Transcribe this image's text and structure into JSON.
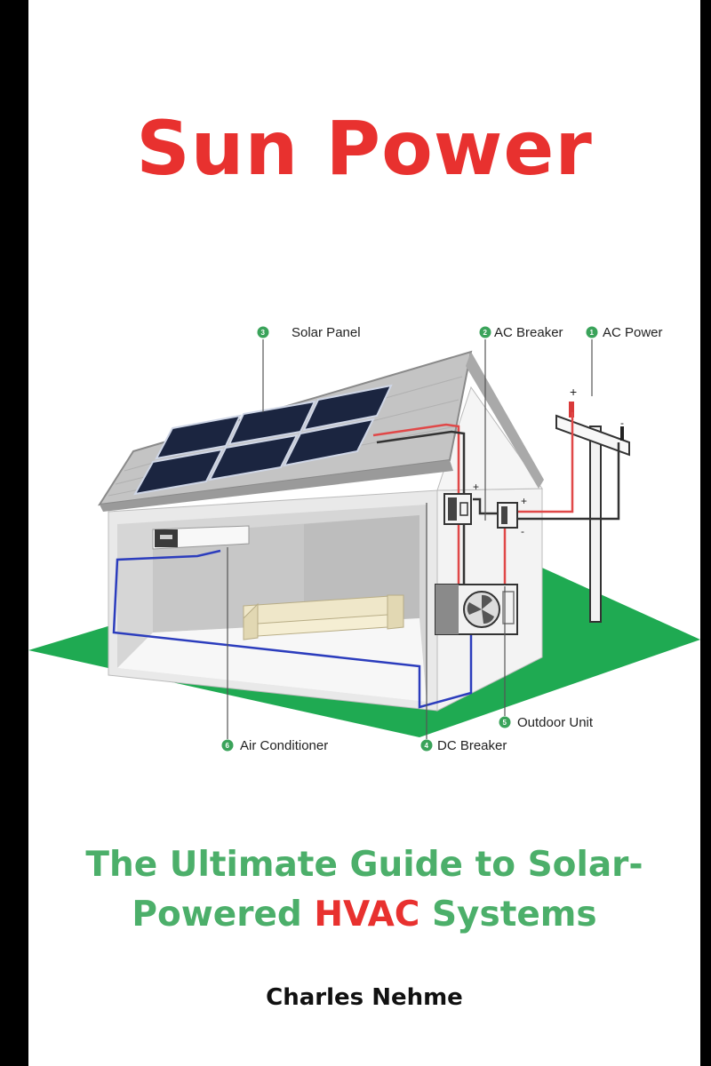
{
  "book": {
    "title": "Sun Power",
    "subtitle_line1": "The Ultimate Guide to Solar-",
    "subtitle_line2_pre": "Powered ",
    "subtitle_line2_highlight": "HVAC",
    "subtitle_line2_post": " Systems",
    "author": "Charles Nehme"
  },
  "diagram": {
    "labels": [
      {
        "number": "3",
        "text": "Solar Panel"
      },
      {
        "number": "2",
        "text": "AC Breaker"
      },
      {
        "number": "1",
        "text": "AC Power"
      },
      {
        "number": "5",
        "text": "Outdoor Unit"
      },
      {
        "number": "6",
        "text": "Air Conditioner"
      },
      {
        "number": "4",
        "text": "DC Breaker"
      }
    ]
  },
  "colors": {
    "title": "#e8312f",
    "subtitle": "#4caf6a",
    "highlight": "#e8312f",
    "lawn": "#1faa52",
    "badge": "#3aa35a"
  }
}
